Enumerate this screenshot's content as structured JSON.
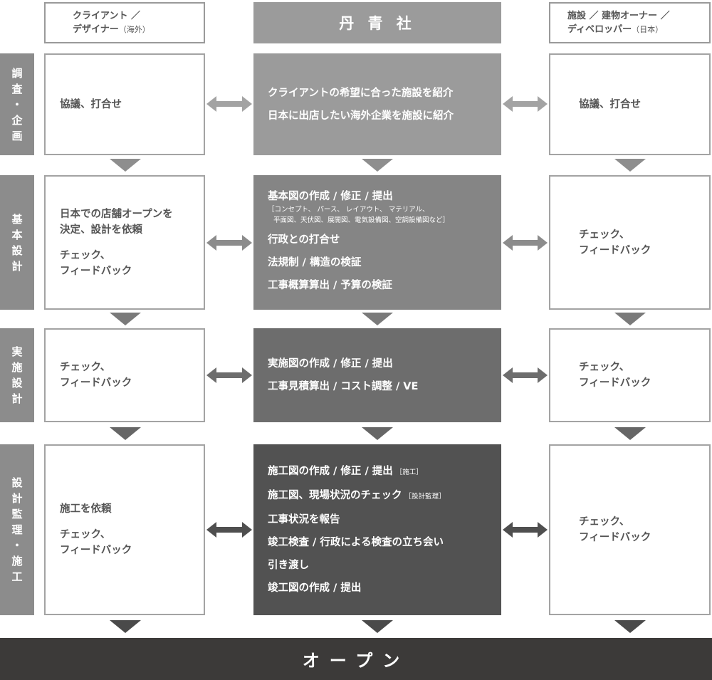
{
  "columns": {
    "left": {
      "line1": "クライアント ／",
      "line2": "デザイナー",
      "line2_note": "（海外）"
    },
    "center": {
      "title": "丹 青 社"
    },
    "right": {
      "line1": "施設 ／ 建物オーナー ／",
      "line2": "ディベロッパー",
      "line2_note": "（日本）"
    }
  },
  "phases": [
    {
      "label_chars": [
        "調",
        "査",
        "・",
        "企",
        "画"
      ],
      "left": [
        "協議、打合せ"
      ],
      "center": [
        "クライアントの希望に合った施設を紹介",
        "日本に出店したい海外企業を施設に紹介"
      ],
      "right": [
        "協議、打合せ"
      ],
      "shade": "#9b9b9b",
      "arrow_color": "#a3a3a3"
    },
    {
      "label_chars": [
        "基",
        "本",
        "設",
        "計"
      ],
      "left": [
        "日本での店舗オープンを",
        "決定、設計を依頼",
        "チェック、",
        "フィードバック"
      ],
      "center_main": "基本図の作成 / 修正 / 提出",
      "center_sub1": "［コンセプト、 パース、 レイアウト、 マテリアル、",
      "center_sub2": "平面図、天伏図、展開図、電気設備図、空調設備図など］",
      "center": [
        "行政との打合せ",
        "法規制 / 構造の検証",
        "工事概算算出 / 予算の検証"
      ],
      "right": [
        "チェック、",
        "フィードバック"
      ],
      "shade": "#858585",
      "arrow_color": "#8c8c8c"
    },
    {
      "label_chars": [
        "実",
        "施",
        "設",
        "計"
      ],
      "left": [
        "チェック、",
        "フィードバック"
      ],
      "center": [
        "実施図の作成 / 修正 / 提出",
        "工事見積算出 / コスト調整 / VE"
      ],
      "right": [
        "チェック、",
        "フィードバック"
      ],
      "shade": "#6d6d6d",
      "arrow_color": "#6d6d6d"
    },
    {
      "label_chars": [
        "設",
        "計",
        "監",
        "理",
        "・",
        "施",
        "工"
      ],
      "left": [
        "施工を依頼",
        "チェック、",
        "フィードバック"
      ],
      "center_items": [
        {
          "text": "施工図の作成 / 修正 / 提出",
          "note": "［施工］"
        },
        {
          "text": "施工図、現場状況のチェック",
          "note": "［設計監理］"
        },
        {
          "text": "工事状況を報告",
          "note": ""
        },
        {
          "text": "竣工検査 / 行政による検査の立ち会い",
          "note": ""
        },
        {
          "text": "引き渡し",
          "note": ""
        },
        {
          "text": "竣工図の作成 / 提出",
          "note": ""
        }
      ],
      "right": [
        "チェック、",
        "フィードバック"
      ],
      "shade": "#525252",
      "arrow_color": "#4f4f4f"
    }
  ],
  "final": {
    "label": "オープン",
    "color": "#3c3a39"
  },
  "colors": {
    "border": "#a3a3a3",
    "text": "#555555",
    "down_arrow": "#8e8e8e",
    "down_arrow_dark": "#5a5a5a"
  }
}
